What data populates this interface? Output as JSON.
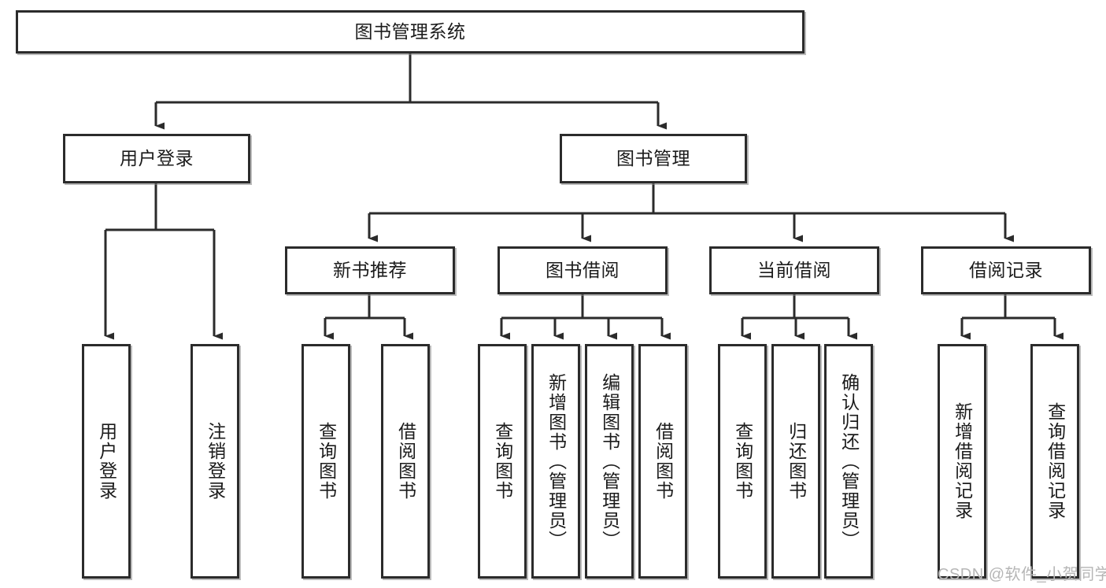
{
  "diagram": {
    "type": "tree-hierarchy",
    "title": "图书管理系统",
    "orientation": "top-down",
    "colors": {
      "box_border": "#2b2b2b",
      "box_fill": "#ffffff",
      "connector": "#2b2b2b",
      "text": "#1b1b1b",
      "watermark": "#b6b6b6",
      "background": "#ffffff"
    },
    "nodes": {
      "root": {
        "label": "图书管理系统",
        "level": 1
      },
      "user_login": {
        "label": "用户登录",
        "level": 2
      },
      "book_manage": {
        "label": "图书管理",
        "level": 2
      },
      "new_book_rec": {
        "label": "新书推荐",
        "level": 3
      },
      "book_borrow": {
        "label": "图书借阅",
        "level": 3
      },
      "current_borrow": {
        "label": "当前借阅",
        "level": 3
      },
      "borrow_record": {
        "label": "借阅记录",
        "level": 3
      },
      "leaf_user_login": {
        "label": "用户登录",
        "level": 4
      },
      "leaf_logout": {
        "label": "注销登录",
        "level": 4
      },
      "leaf_query_book_1": {
        "label": "查询图书",
        "level": 4
      },
      "leaf_borrow_book_1": {
        "label": "借阅图书",
        "level": 4
      },
      "leaf_query_book_2": {
        "label": "查询图书",
        "level": 4
      },
      "leaf_add_book": {
        "label": "新增图书（管理员）",
        "level": 4
      },
      "leaf_edit_book": {
        "label": "编辑图书（管理员）",
        "level": 4
      },
      "leaf_borrow_book_2": {
        "label": "借阅图书",
        "level": 4
      },
      "leaf_query_book_3": {
        "label": "查询图书",
        "level": 4
      },
      "leaf_return_book": {
        "label": "归还图书",
        "level": 4
      },
      "leaf_confirm_return": {
        "label": "确认归还（管理员）",
        "level": 4
      },
      "leaf_add_record": {
        "label": "新增借阅记录",
        "level": 4
      },
      "leaf_query_record": {
        "label": "查询借阅记录",
        "level": 4
      }
    },
    "edges": [
      {
        "from": "root",
        "to": "user_login"
      },
      {
        "from": "root",
        "to": "book_manage"
      },
      {
        "from": "user_login",
        "to": "leaf_user_login"
      },
      {
        "from": "user_login",
        "to": "leaf_logout"
      },
      {
        "from": "book_manage",
        "to": "new_book_rec"
      },
      {
        "from": "book_manage",
        "to": "book_borrow"
      },
      {
        "from": "book_manage",
        "to": "current_borrow"
      },
      {
        "from": "book_manage",
        "to": "borrow_record"
      },
      {
        "from": "new_book_rec",
        "to": "leaf_query_book_1"
      },
      {
        "from": "new_book_rec",
        "to": "leaf_borrow_book_1"
      },
      {
        "from": "book_borrow",
        "to": "leaf_query_book_2"
      },
      {
        "from": "book_borrow",
        "to": "leaf_add_book"
      },
      {
        "from": "book_borrow",
        "to": "leaf_edit_book"
      },
      {
        "from": "book_borrow",
        "to": "leaf_borrow_book_2"
      },
      {
        "from": "current_borrow",
        "to": "leaf_query_book_3"
      },
      {
        "from": "current_borrow",
        "to": "leaf_return_book"
      },
      {
        "from": "current_borrow",
        "to": "leaf_confirm_return"
      },
      {
        "from": "borrow_record",
        "to": "leaf_add_record"
      },
      {
        "from": "borrow_record",
        "to": "leaf_query_record"
      }
    ]
  },
  "watermark": {
    "text": "CSDN @软件_小贺同学"
  }
}
